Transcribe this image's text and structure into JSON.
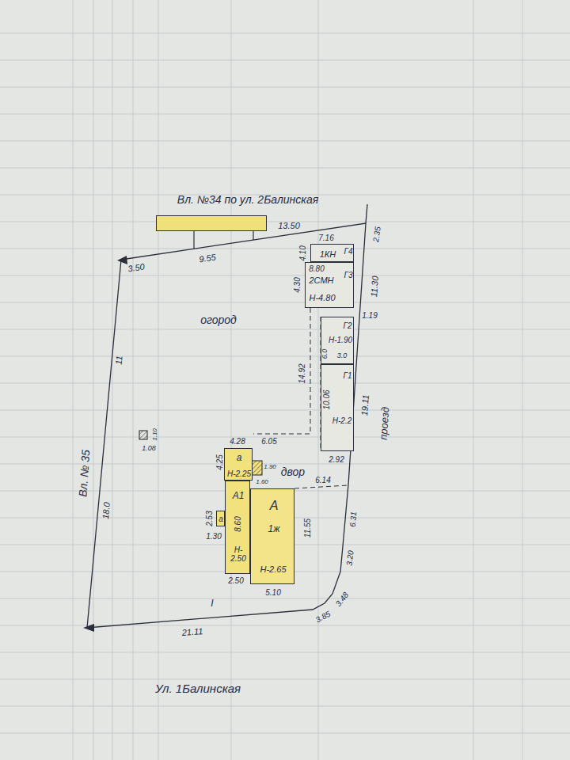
{
  "diagram": {
    "nodes": [
      {
        "text": [
          "Вл. №34 по ул. 2Балинская"
        ]
      },
      {
        "text": [
          "1КН",
          "Г4"
        ]
      },
      {
        "text": [
          "2СМН",
          "Н-4.80",
          "Г3"
        ]
      },
      {
        "text": [
          "Н-1.90",
          "Г2"
        ]
      },
      {
        "text": [
          "Н-2.2",
          "Г1"
        ]
      },
      {
        "text": [
          "а",
          "Н-2.25"
        ]
      },
      {
        "text": [
          "А1",
          "Н- 2.50"
        ]
      },
      {
        "text": [
          "а"
        ]
      },
      {
        "text": [
          "А",
          "1ж",
          "Н-2.65"
        ]
      }
    ],
    "labels": [
      "13.50",
      "2.35",
      "7.16",
      "4.10",
      "3.50",
      "9.55",
      "8.80",
      "4.30",
      "11.30",
      "1.19",
      "6.0",
      "3.0",
      "14.92",
      "10.06",
      "19.11",
      "проезд",
      "огород",
      "2.92",
      "4.28",
      "6.05",
      "4.25",
      "1.90",
      "1.60",
      "двор",
      "6.14",
      "2.53",
      "8.60",
      "1.30",
      "11.55",
      "6.31",
      "3.20",
      "2.50",
      "5.10",
      "3.48",
      "3.85",
      "I",
      "21.11",
      "18.0",
      "11",
      "1.08",
      "1.10",
      "Вл. № 35",
      "Ул. 1Балинская"
    ]
  }
}
